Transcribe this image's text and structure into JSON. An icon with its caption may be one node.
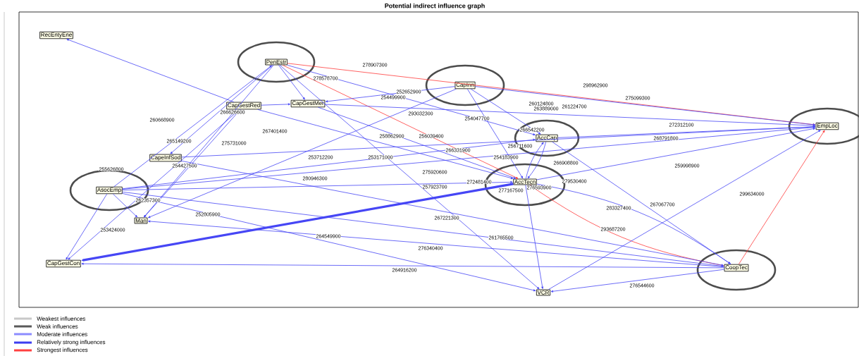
{
  "diagram": {
    "title": "Potential indirect influence graph",
    "nodes": [
      {
        "text": [
          "RecEntyEne"
        ]
      },
      {
        "text": [],
        "shape": "circle"
      },
      {
        "text": [
          "PenEstr"
        ],
        "in": 1
      },
      {
        "text": [],
        "shape": "circle"
      },
      {
        "text": [
          "CapInn"
        ],
        "in": 3
      },
      {
        "text": [
          "CapGestRed"
        ]
      },
      {
        "text": [
          "CapGestMer"
        ]
      },
      {
        "text": [],
        "shape": "circle"
      },
      {
        "text": [
          "EmpLoc"
        ],
        "in": 7
      },
      {
        "text": [],
        "shape": "circle"
      },
      {
        "text": [
          "AccCap"
        ],
        "in": 9
      },
      {
        "text": [
          "CapeInfSod"
        ]
      },
      {
        "text": [],
        "shape": "circle"
      },
      {
        "text": [
          "AsocEmp"
        ],
        "in": 12
      },
      {
        "text": [],
        "shape": "circle"
      },
      {
        "text": [
          "AccTecn"
        ],
        "in": 14
      },
      {
        "text": [
          "Man"
        ]
      },
      {
        "text": [
          "CapGestCon"
        ]
      },
      {
        "text": [],
        "shape": "circle"
      },
      {
        "text": [
          "CoopTec"
        ],
        "in": 18
      },
      {
        "text": [
          "VCR"
        ]
      }
    ],
    "edges": [
      {
        "from": 5,
        "to": 0,
        "arrow": "to"
      },
      {
        "from": 2,
        "to": 8,
        "arrow": "to",
        "color": "#ff3b3b"
      },
      {
        "from": 2,
        "to": 15,
        "arrow": "to",
        "color": "#ff3b3b"
      },
      {
        "from": 19,
        "to": 8,
        "arrow": "to",
        "color": "#ff3b3b"
      },
      {
        "from": 19,
        "to": 15,
        "arrow": "to",
        "color": "#ff3b3b"
      },
      {
        "from": 2,
        "to": 11,
        "arrow": "to"
      },
      {
        "from": 2,
        "to": 16,
        "arrow": "to"
      },
      {
        "from": 13,
        "to": 2,
        "arrow": "to"
      },
      {
        "from": 2,
        "to": 6,
        "arrow": "to"
      },
      {
        "from": 2,
        "to": 20,
        "arrow": "to"
      },
      {
        "from": 2,
        "to": 10,
        "arrow": "to"
      },
      {
        "from": 5,
        "to": 6,
        "arrow": "to"
      },
      {
        "from": 5,
        "to": 15,
        "arrow": "to"
      },
      {
        "from": 5,
        "to": 17,
        "arrow": "to"
      },
      {
        "from": 5,
        "to": 16,
        "arrow": "to"
      },
      {
        "from": 4,
        "to": 6,
        "arrow": "to"
      },
      {
        "from": 4,
        "to": 15,
        "arrow": "to"
      },
      {
        "from": 4,
        "to": 10,
        "arrow": "to"
      },
      {
        "from": 4,
        "to": 8,
        "arrow": "to"
      },
      {
        "from": 4,
        "to": 16,
        "arrow": "to"
      },
      {
        "from": 6,
        "to": 8,
        "arrow": "to"
      },
      {
        "from": 6,
        "to": 15,
        "arrow": "to"
      },
      {
        "from": 10,
        "to": 8,
        "arrow": "to"
      },
      {
        "from": 10,
        "to": 15,
        "arrow": "to"
      },
      {
        "from": 15,
        "to": 10,
        "arrow": "to"
      },
      {
        "from": 10,
        "to": 19,
        "arrow": "to"
      },
      {
        "from": 13,
        "to": 8,
        "arrow": "to"
      },
      {
        "from": 13,
        "to": 10,
        "arrow": "to"
      },
      {
        "from": 13,
        "to": 15,
        "arrow": "to"
      },
      {
        "from": 13,
        "to": 16,
        "arrow": "to"
      },
      {
        "from": 13,
        "to": 17,
        "arrow": "to"
      },
      {
        "from": 13,
        "to": 20,
        "arrow": "to"
      },
      {
        "from": 13,
        "to": 19,
        "arrow": "to"
      },
      {
        "from": 11,
        "to": 8,
        "arrow": "to"
      },
      {
        "from": 11,
        "to": 19,
        "arrow": "to"
      },
      {
        "from": 15,
        "to": 8,
        "arrow": "to"
      },
      {
        "from": 15,
        "to": 20,
        "arrow": "to"
      },
      {
        "from": 15,
        "to": 17,
        "arrow": "to",
        "style": "thick"
      },
      {
        "from": 15,
        "to": 19,
        "arrow": "to"
      },
      {
        "from": 19,
        "to": 20,
        "arrow": "to"
      },
      {
        "from": 19,
        "to": 17,
        "arrow": "to"
      },
      {
        "from": 19,
        "to": 16,
        "arrow": "to"
      },
      {
        "from": 20,
        "to": 8,
        "arrow": "to"
      }
    ],
    "labels": [
      "278907300",
      "278578700",
      "298962900",
      "275099300",
      "252652900",
      "254499900",
      "266626600",
      "260124800",
      "263889000",
      "261224700",
      "260668900",
      "293032300",
      "254047700",
      "272312100",
      "267401400",
      "266542200",
      "258862900",
      "256039400",
      "268791800",
      "265149200",
      "275731000",
      "256711600",
      "266331900",
      "253171000",
      "254183900",
      "266908800",
      "253712200",
      "259998900",
      "254427500",
      "255626800",
      "275920600",
      "279530400",
      "272481400",
      "280946300",
      "277167500",
      "276593900",
      "257923700",
      "267067700",
      "262357300",
      "283327400",
      "299634000",
      "252805900",
      "293687200",
      "267221300",
      "253424000",
      "264549900",
      "261765500",
      "276340400",
      "264916200",
      "276544600"
    ],
    "legend": [
      {
        "text": "Weakest influences",
        "color": "#c8c8c8"
      },
      {
        "text": "Weak influences",
        "color": "#5a5a5a"
      },
      {
        "text": "Moderate influences",
        "color": "#8c8cff"
      },
      {
        "text": "Relatively strong influences",
        "color": "#3c3cf0"
      },
      {
        "text": "Strongest influences",
        "color": "#ff4040"
      }
    ]
  }
}
